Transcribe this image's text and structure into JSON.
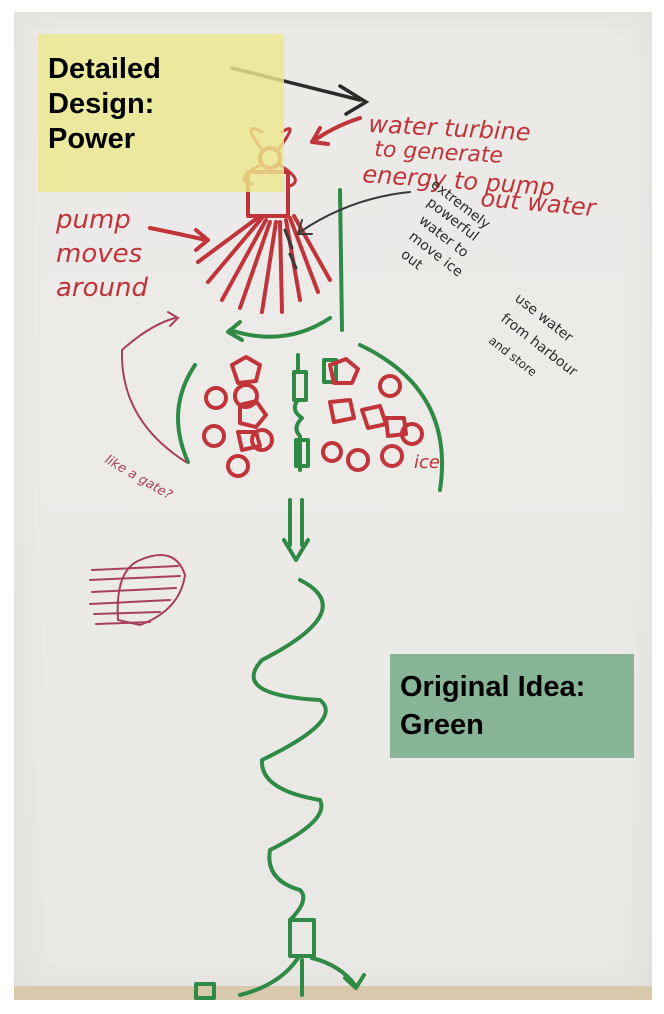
{
  "labels": {
    "detailed_design": [
      "Detailed",
      "Design:",
      "Power"
    ],
    "original_idea": [
      "Original Idea:",
      "Green"
    ]
  },
  "annotations": {
    "turbine": [
      "water turbine",
      "to generate",
      "energy to pump",
      "out water"
    ],
    "pump": [
      "pump",
      "moves",
      "around"
    ],
    "powerful": [
      "extremely",
      "powerful",
      "water to",
      "move ice",
      "out"
    ],
    "harbour": [
      "use water",
      "from harbour",
      "and store"
    ],
    "ice": "ice",
    "gate": "like a gate?"
  },
  "colors": {
    "red_ink": "#c0343a",
    "green_ink": "#2f8a45",
    "dark_ink": "#2b2b2b",
    "yellow_highlight": "#ece88c",
    "green_highlight": "#7aac8c"
  }
}
